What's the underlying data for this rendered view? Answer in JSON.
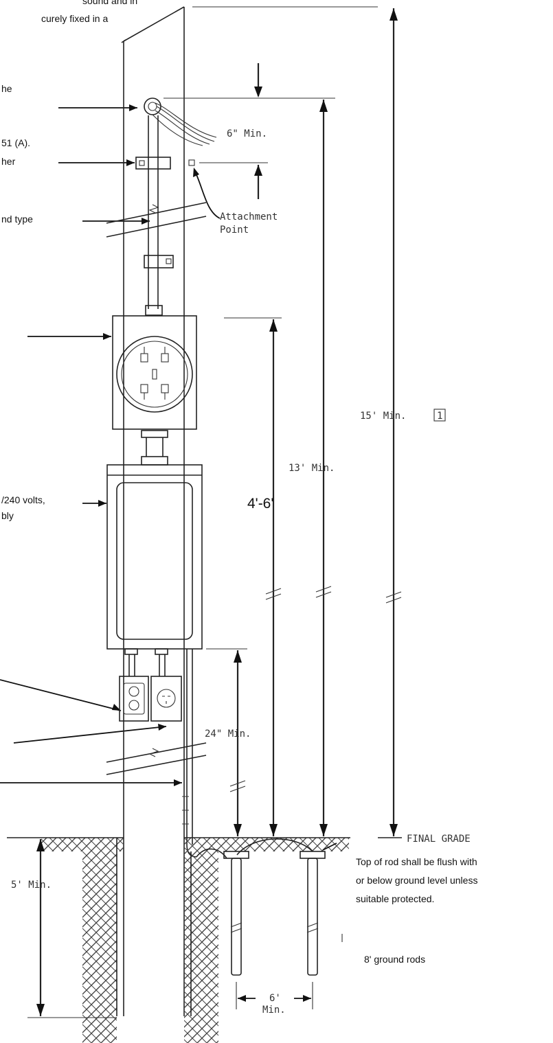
{
  "left_notes": {
    "note_1_line_1": "sound and in",
    "note_1_line_2": "curely fixed in a",
    "note_2": "he",
    "note_3_line_1": "51 (A).",
    "note_3_line_2": "her",
    "note_4": "nd type",
    "note_5_line_1": "/240 volts,",
    "note_5_line_2": "bly"
  },
  "dimensions": {
    "drop_clearance": "6\" Min.",
    "attachment_point_line_1": "Attachment",
    "attachment_point_line_2": "Point",
    "overall_height": "15' Min.",
    "overall_height_note_ref": "1",
    "service_head_height": "13' Min.",
    "meter_height": "4'-6'",
    "receptacle_height": "24\" Min.",
    "grade": "FINAL GRADE",
    "embedment_depth": "5' Min.",
    "rod_spacing_line_1": "6'",
    "rod_spacing_line_2": "Min."
  },
  "right_notes": {
    "rod_top_line_1": "Top of rod shall be flush with",
    "rod_top_line_2": "or below ground level unless",
    "rod_top_line_3": "suitable protected.",
    "ground_rods": "8' ground rods"
  },
  "colors": {
    "line": "#222222",
    "text": "#111111",
    "background": "#ffffff"
  }
}
